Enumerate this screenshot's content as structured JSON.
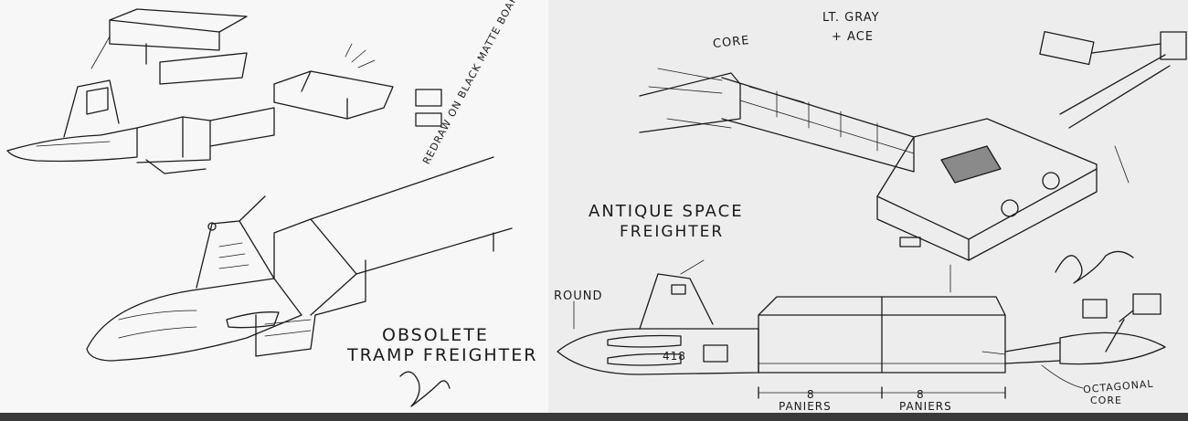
{
  "sheet_left": {
    "caption_obsolete": "OBSOLETE",
    "caption_tramp": "TRAMP FREIGHTER",
    "note_redraw": "REDRAW ON BLACK MATTE BOARD IN WHITE.",
    "signature_text": "Jefferies GK"
  },
  "sheet_right": {
    "label_core": "CORE",
    "note_color_1": "LT. GRAY",
    "note_color_2": "+ ACE",
    "title_line_1": "ANTIQUE SPACE",
    "title_line_2": "FREIGHTER",
    "label_round": "ROUND",
    "hull_number": "418",
    "dim_1_value": "8",
    "dim_1_label": "PANIERS",
    "dim_2_value": "8",
    "dim_2_label": "PANIERS",
    "label_octagonal": "OCTAGONAL",
    "label_octagonal_core": "CORE",
    "signature_text": "Jefferies"
  },
  "colors": {
    "ink": "#1b1b1b",
    "paper_left": "#f7f7f7",
    "paper_right": "#ededed",
    "bottom_band": "#3a3a3a"
  }
}
